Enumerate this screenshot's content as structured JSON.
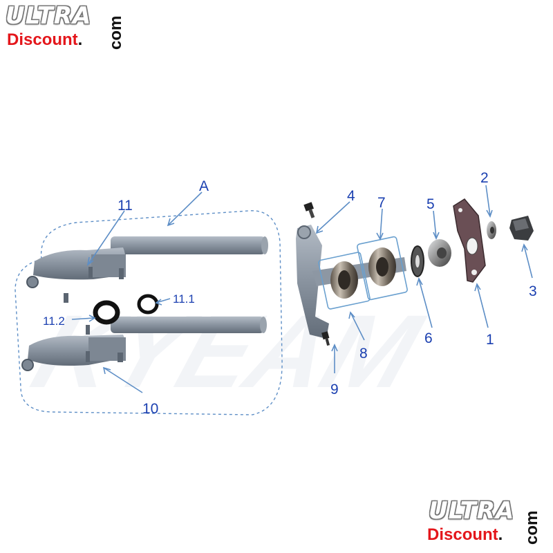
{
  "brand": {
    "logo_top": {
      "word1": "ULTRA",
      "word2": "Discount",
      "dot": ".",
      "suffix": "com"
    },
    "logo_bottom": {
      "word1": "ULTRA",
      "word2": "Discount",
      "dot": ".",
      "suffix": "com"
    }
  },
  "watermark": "KYEAM",
  "colors": {
    "label": "#1a3fb0",
    "leader": "#5d8ec6",
    "brand_red": "#e4161b",
    "part_gray": "#8b96a3"
  },
  "callouts": {
    "A": "A",
    "p1": "1",
    "p2": "2",
    "p3": "3",
    "p4": "4",
    "p5": "5",
    "p6": "6",
    "p7": "7",
    "p8": "8",
    "p9": "9",
    "p10": "10",
    "p11": "11",
    "p11_1": "11.1",
    "p11_2": "11.2"
  }
}
